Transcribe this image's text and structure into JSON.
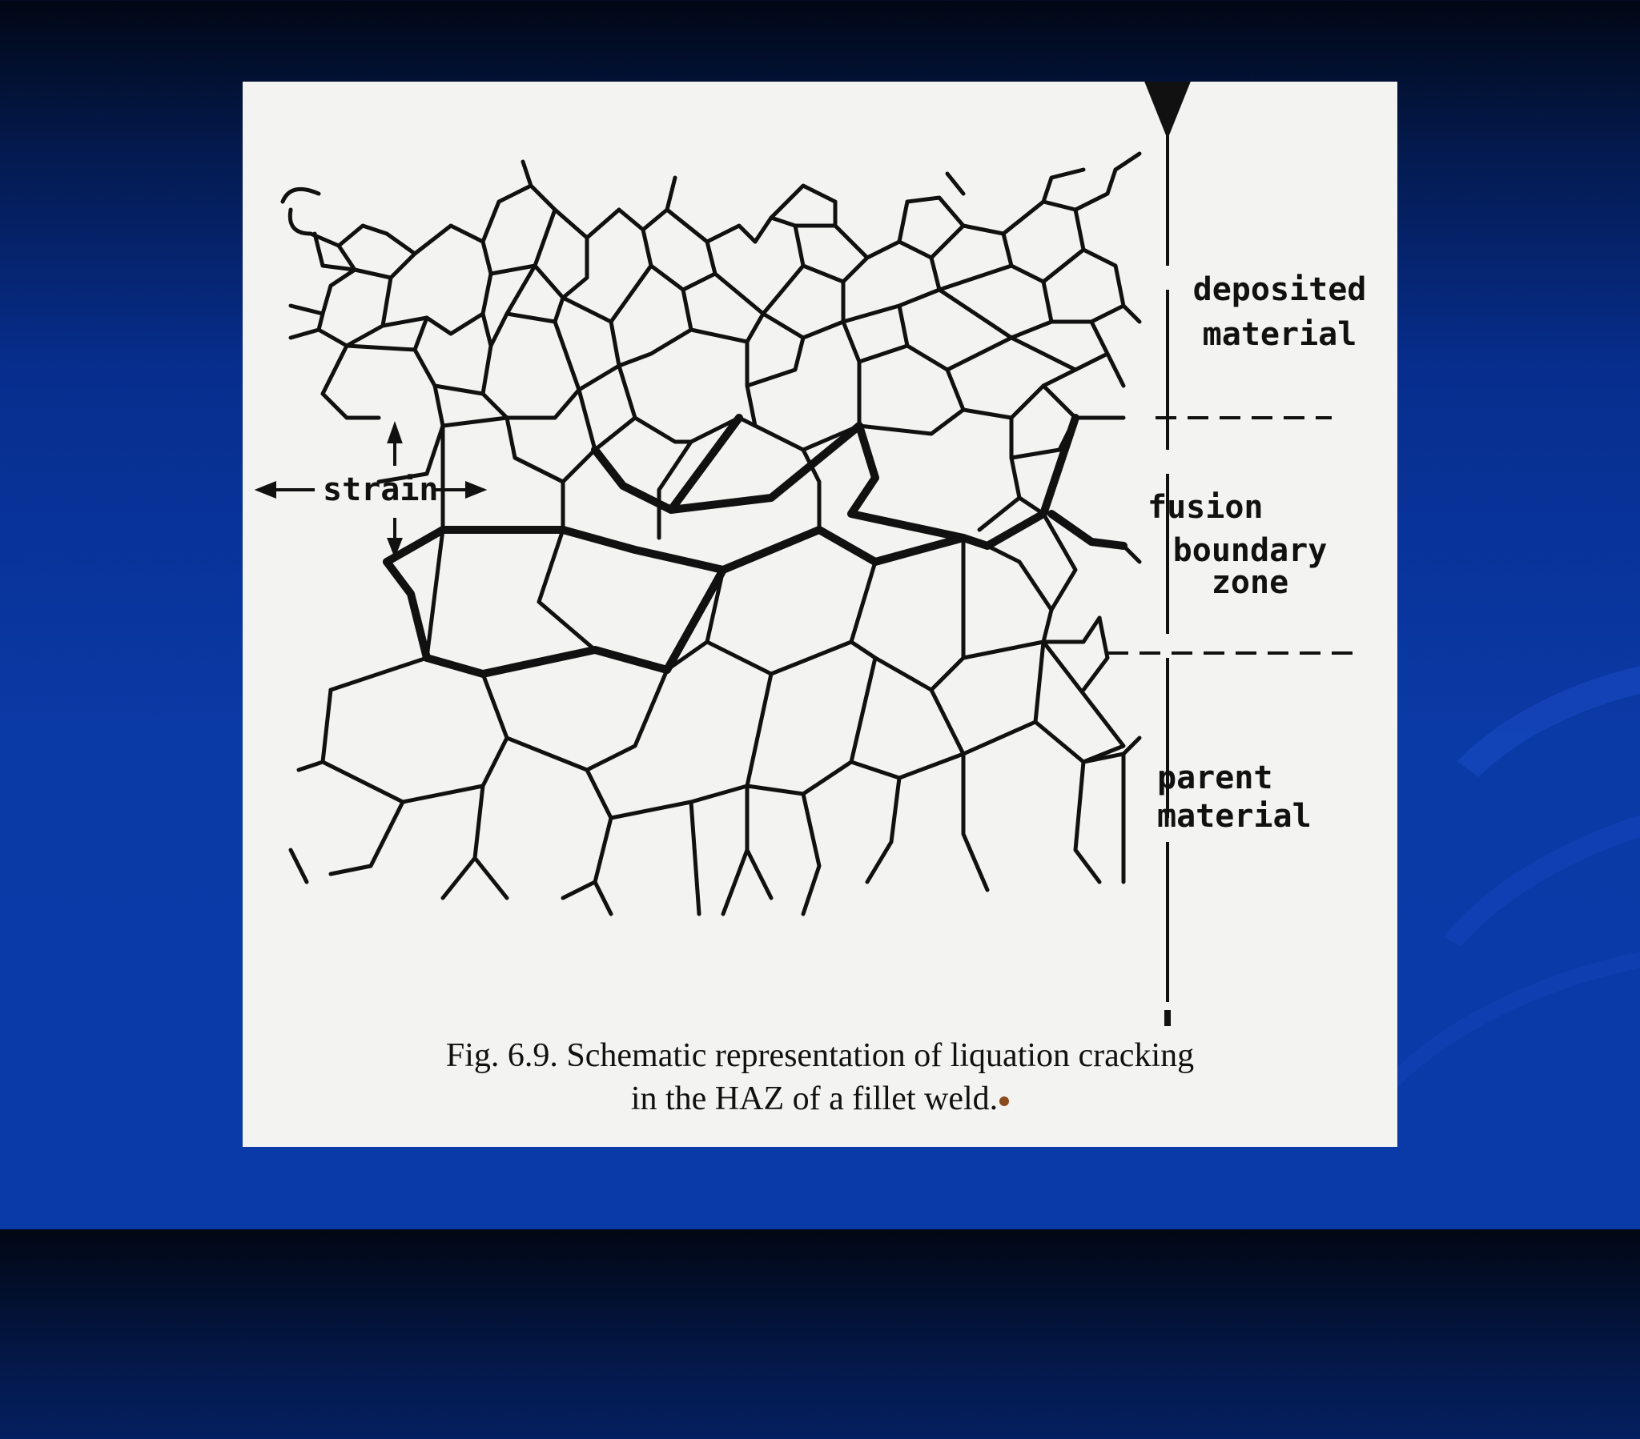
{
  "labels": {
    "deposited_line1": "deposited",
    "deposited_line2": "material",
    "fusion_line1": "fusion",
    "fusion_line2": "boundary",
    "fusion_line3": "zone",
    "parent_line1": "parent",
    "parent_line2": "material",
    "strain": "strain"
  },
  "caption": {
    "line1": "Fig. 6.9. Schematic representation of liquation cracking",
    "line2": "in the HAZ of a fillet weld."
  },
  "colors": {
    "background": "#0a3aa6",
    "panel": "#f3f3f1",
    "ink": "#111111"
  }
}
